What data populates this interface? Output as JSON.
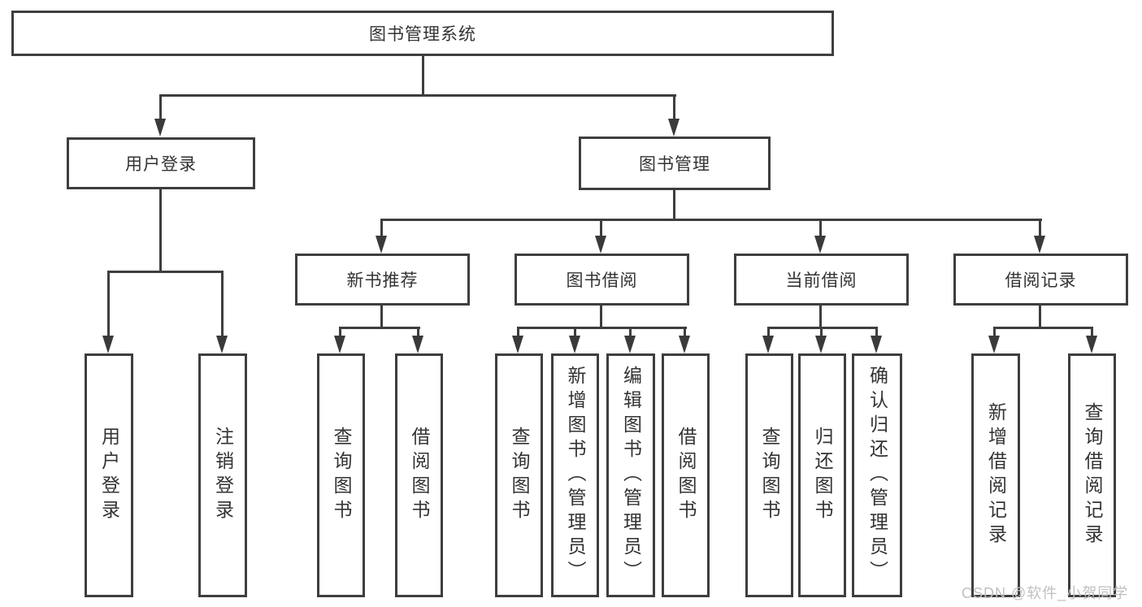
{
  "diagram": {
    "title": "图书管理系统",
    "level2": {
      "user_login": "用户登录",
      "book_management": "图书管理"
    },
    "level3": {
      "new_book_recommend": "新书推荐",
      "book_borrowing": "图书借阅",
      "current_borrowing": "当前借阅",
      "borrowing_records": "借阅记录"
    },
    "leaves": {
      "user_login": [
        "用户登录",
        "注销登录"
      ],
      "new_book_recommend": [
        "查询图书",
        "借阅图书"
      ],
      "book_borrowing": [
        "查询图书",
        "新增图书（管理员）",
        "编辑图书（管理员）",
        "借阅图书"
      ],
      "current_borrowing": [
        "查询图书",
        "归还图书",
        "确认归还（管理员）"
      ],
      "borrowing_records": [
        "新增借阅记录",
        "查询借阅记录"
      ]
    },
    "watermark": "CSDN @软件_小贺同学",
    "colors": {
      "line": "#3e3e3e",
      "text": "#333333",
      "watermark": "#c0c0c0",
      "background": "#ffffff"
    }
  }
}
